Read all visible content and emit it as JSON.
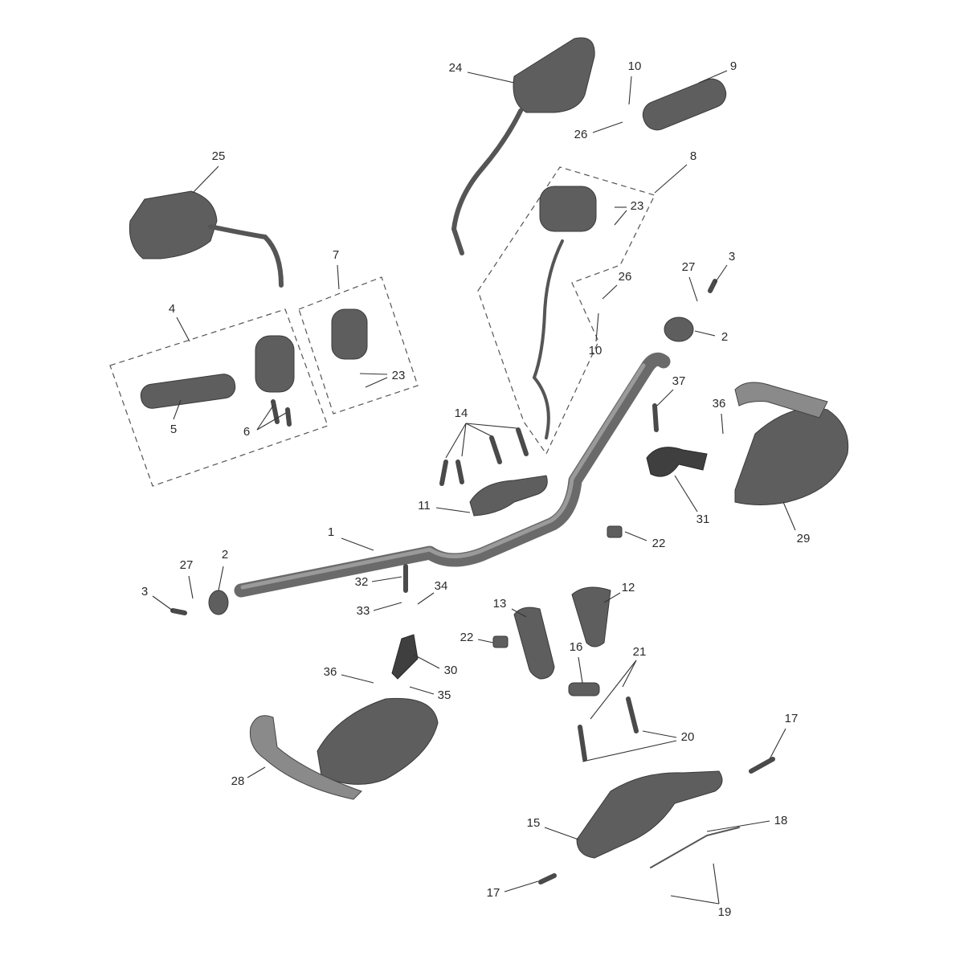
{
  "diagram": {
    "type": "exploded-parts-diagram",
    "colors": {
      "part": "#5e5e5e",
      "line": "#333333",
      "background": "#ffffff"
    },
    "callouts": [
      "24",
      "10",
      "9",
      "26",
      "25",
      "8",
      "23",
      "7",
      "27",
      "3",
      "26",
      "4",
      "23",
      "2",
      "10",
      "37",
      "36",
      "5",
      "6",
      "14",
      "11",
      "31",
      "29",
      "22",
      "1",
      "27",
      "2",
      "3",
      "32",
      "34",
      "33",
      "13",
      "12",
      "22",
      "16",
      "21",
      "30",
      "36",
      "35",
      "17",
      "20",
      "28",
      "15",
      "18",
      "17",
      "19"
    ]
  }
}
